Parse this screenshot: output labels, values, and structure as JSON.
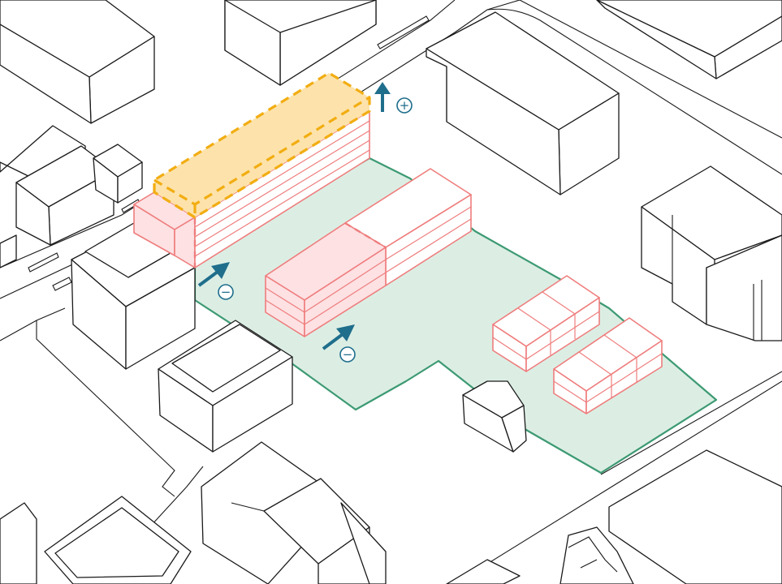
{
  "colors": {
    "context_stroke": "#1a1a1a",
    "site_fill": "#dceee4",
    "site_stroke": "#3d9a73",
    "new_building_stroke": "#ef7d7d",
    "new_building_fill_light": "#fde1e3",
    "addition_fill": "#fde3ab",
    "addition_stroke": "#f2ad12",
    "arrow": "#1f6e8c"
  },
  "annotations": [
    {
      "id": "height-increase",
      "direction": "up",
      "symbol": "+"
    },
    {
      "id": "reduction-west",
      "direction": "up-right",
      "symbol": "−"
    },
    {
      "id": "reduction-central",
      "direction": "up-right",
      "symbol": "−"
    }
  ]
}
